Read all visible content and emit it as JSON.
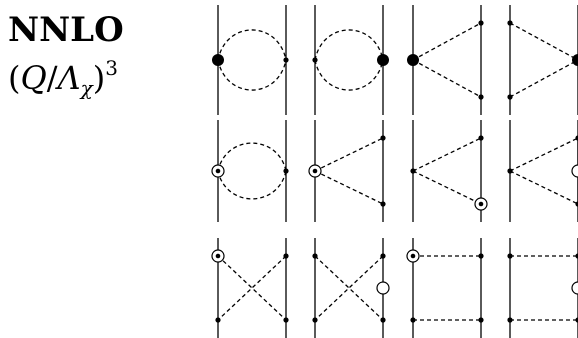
{
  "header": {
    "order_label": "NNLO",
    "power_base_open": "(",
    "power_q": "Q",
    "power_slash": "/",
    "power_lambda": "Λ",
    "power_chi": "χ",
    "power_close": ")",
    "power_exp": "3"
  },
  "diagram_rows": [
    {
      "row": 1,
      "diagrams": [
        {
          "type": "loop",
          "left_vertex": "filled-large",
          "right_vertex": "dot"
        },
        {
          "type": "loop",
          "left_vertex": "dot",
          "right_vertex": "filled-large"
        },
        {
          "type": "triangle-left",
          "apex_vertex": "filled-large",
          "top_vertex": "dot",
          "bottom_vertex": "dot"
        },
        {
          "type": "triangle-right",
          "apex_vertex": "filled-large",
          "top_vertex": "dot",
          "bottom_vertex": "dot"
        }
      ]
    },
    {
      "row": 2,
      "diagrams": [
        {
          "type": "loop",
          "left_vertex": "circled-dot",
          "right_vertex": "dot"
        },
        {
          "type": "triangle-left",
          "apex_vertex": "circled-dot",
          "top_vertex": "dot",
          "bottom_vertex": "dot"
        },
        {
          "type": "triangle-right",
          "apex_vertex": "dot",
          "top_vertex": "dot",
          "bottom_vertex": "circled-dot"
        },
        {
          "type": "triangle-right",
          "apex_vertex": "dot",
          "top_vertex": "dot",
          "bottom_vertex": "dot",
          "right_marker": "open-circle"
        }
      ]
    },
    {
      "row": 3,
      "diagrams": [
        {
          "type": "crossed",
          "top_left": "circled-dot",
          "top_right": "dot",
          "bottom_left": "dot",
          "bottom_right": "dot"
        },
        {
          "type": "crossed",
          "top_left": "dot",
          "top_right": "dot",
          "bottom_left": "dot",
          "bottom_right": "dot",
          "right_marker": "open-circle"
        },
        {
          "type": "box",
          "top_left": "circled-dot",
          "top_right": "dot",
          "bottom_left": "dot",
          "bottom_right": "dot"
        },
        {
          "type": "box",
          "top_left": "dot",
          "top_right": "dot",
          "bottom_left": "dot",
          "bottom_right": "dot",
          "right_marker": "open-circle"
        }
      ]
    }
  ]
}
